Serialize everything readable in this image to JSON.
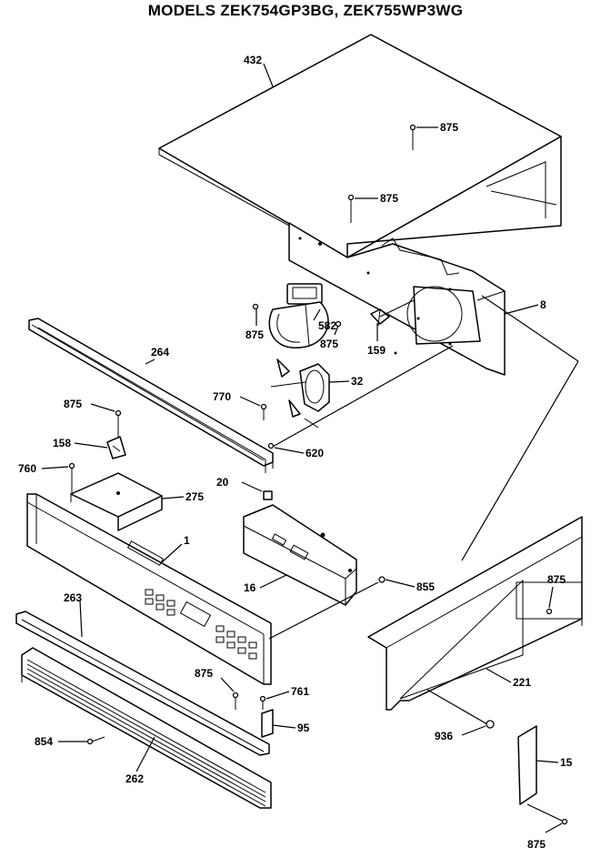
{
  "title": "MODELS ZEK754GP3BG, ZEK755WP3WG",
  "callouts": [
    {
      "id": "432",
      "text": "432"
    },
    {
      "id": "875a",
      "text": "875"
    },
    {
      "id": "875b",
      "text": "875"
    },
    {
      "id": "8",
      "text": "8"
    },
    {
      "id": "875c",
      "text": "875"
    },
    {
      "id": "582",
      "text": "582"
    },
    {
      "id": "875d",
      "text": "875"
    },
    {
      "id": "159",
      "text": "159"
    },
    {
      "id": "264",
      "text": "264"
    },
    {
      "id": "32",
      "text": "32"
    },
    {
      "id": "770",
      "text": "770"
    },
    {
      "id": "875e",
      "text": "875"
    },
    {
      "id": "158",
      "text": "158"
    },
    {
      "id": "620",
      "text": "620"
    },
    {
      "id": "760",
      "text": "760"
    },
    {
      "id": "20",
      "text": "20"
    },
    {
      "id": "275",
      "text": "275"
    },
    {
      "id": "1",
      "text": "1"
    },
    {
      "id": "16",
      "text": "16"
    },
    {
      "id": "855",
      "text": "855"
    },
    {
      "id": "875f",
      "text": "875"
    },
    {
      "id": "263",
      "text": "263"
    },
    {
      "id": "221",
      "text": "221"
    },
    {
      "id": "875g",
      "text": "875"
    },
    {
      "id": "761",
      "text": "761"
    },
    {
      "id": "95",
      "text": "95"
    },
    {
      "id": "854",
      "text": "854"
    },
    {
      "id": "262",
      "text": "262"
    },
    {
      "id": "936",
      "text": "936"
    },
    {
      "id": "15",
      "text": "15"
    },
    {
      "id": "875h",
      "text": "875"
    }
  ]
}
